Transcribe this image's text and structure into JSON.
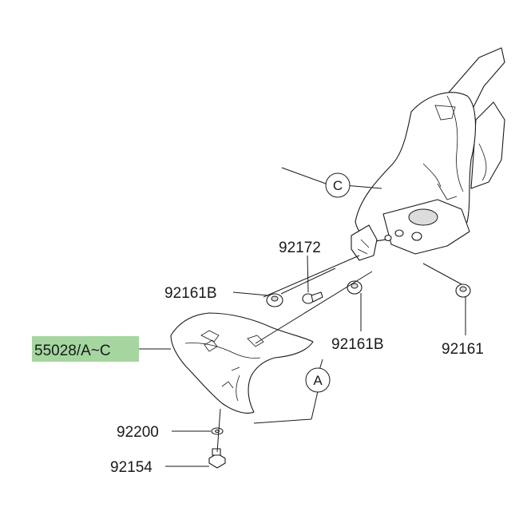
{
  "parts": {
    "p1": "92172",
    "p2": "92161B",
    "p3": "92161B",
    "p4": "92161",
    "p5": "55028/A~C",
    "p6": "92200",
    "p7": "92154"
  },
  "callouts": {
    "a": "A",
    "c": "C"
  },
  "colors": {
    "highlight": "#a5d6a0",
    "ink": "#1a1a1a"
  }
}
